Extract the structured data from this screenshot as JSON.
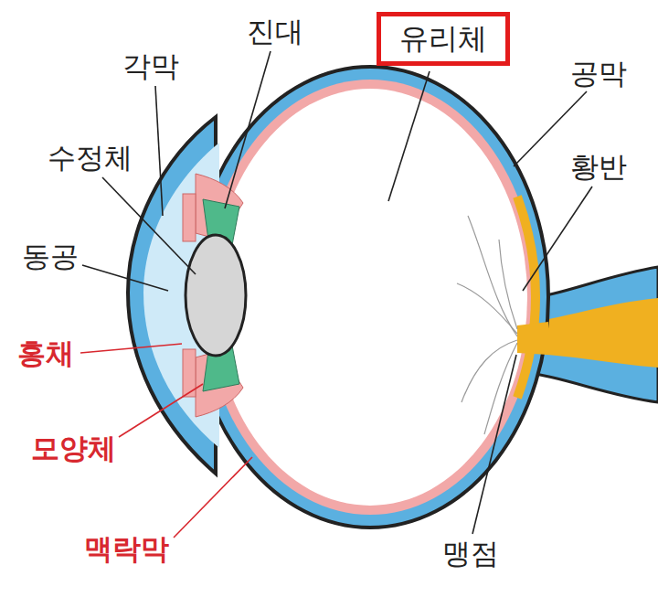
{
  "diagram": {
    "nodes": [
      {
        "text": [
          "유리체"
        ]
      }
    ],
    "labels": [
      "진대",
      "각막",
      "공막",
      "수정체",
      "황반",
      "동공",
      "홍채",
      "모양체",
      "맥락막",
      "맹점"
    ]
  }
}
